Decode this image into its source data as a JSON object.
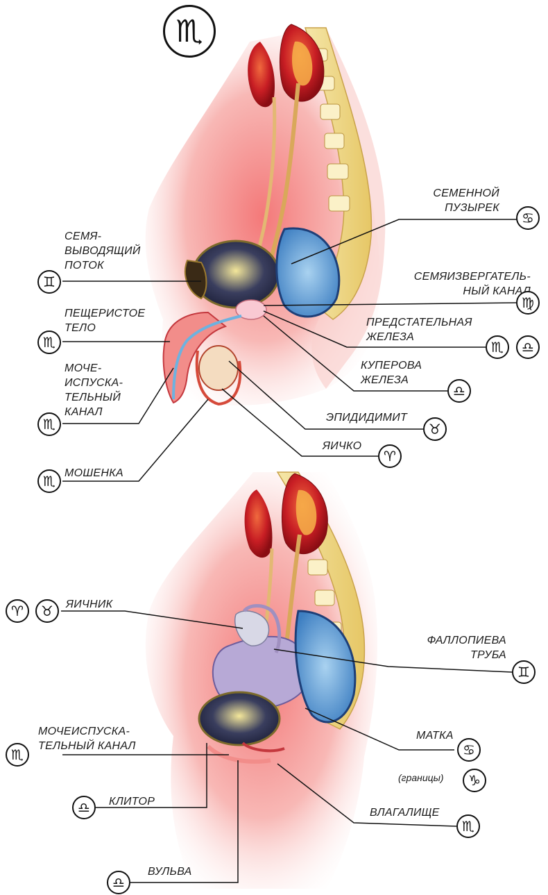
{
  "title_symbol": "♏",
  "male": {
    "labels": {
      "seminal_vesicle": "СЕМЕННОЙ\nПУЗЫРЕК",
      "vas_deferens": "СЕМЯ-\nВЫВОДЯЩИЙ\nПОТОК",
      "ejaculatory_duct": "СЕМЯИЗВЕРГАТЕЛЬ-\nНЫЙ КАНАЛ",
      "corpus_cavernosum": "ПЕЩЕРИСТОЕ\nТЕЛО",
      "prostate": "ПРЕДСТАТЕЛЬНАЯ\nЖЕЛЕЗА",
      "cowper": "КУПЕРОВА\nЖЕЛЕЗА",
      "urethra": "МОЧЕ-\nИСПУСКА-\nТЕЛЬНЫЙ\nКАНАЛ",
      "epididymis": "ЭПИДИДИМИТ",
      "testis": "ЯИЧКО",
      "scrotum": "МОШЕНКА"
    },
    "symbols": {
      "seminal_vesicle": "♋",
      "vas_deferens": "♊",
      "ejaculatory_duct": "♍",
      "corpus_cavernosum": "♏",
      "prostate_1": "♏",
      "prostate_2": "♎",
      "cowper": "♎",
      "urethra": "♏",
      "epididymis": "♉",
      "testis": "♈",
      "scrotum": "♏"
    }
  },
  "female": {
    "labels": {
      "ovary": "ЯИЧНИК",
      "fallopian": "ФАЛЛОПИЕВА\nТРУБА",
      "urethra": "МОЧЕИСПУСКА-\nТЕЛЬНЫЙ КАНАЛ",
      "uterus": "МАТКА",
      "borders": "(границы)",
      "clitoris": "КЛИТОР",
      "vagina": "ВЛАГАЛИЩЕ",
      "vulva": "ВУЛЬВА"
    },
    "symbols": {
      "ovary_1": "♈",
      "ovary_2": "♉",
      "fallopian": "♊",
      "urethra": "♏",
      "uterus": "♋",
      "borders": "♑",
      "clitoris": "♎",
      "vagina": "♏",
      "vulva": "♎"
    }
  }
}
